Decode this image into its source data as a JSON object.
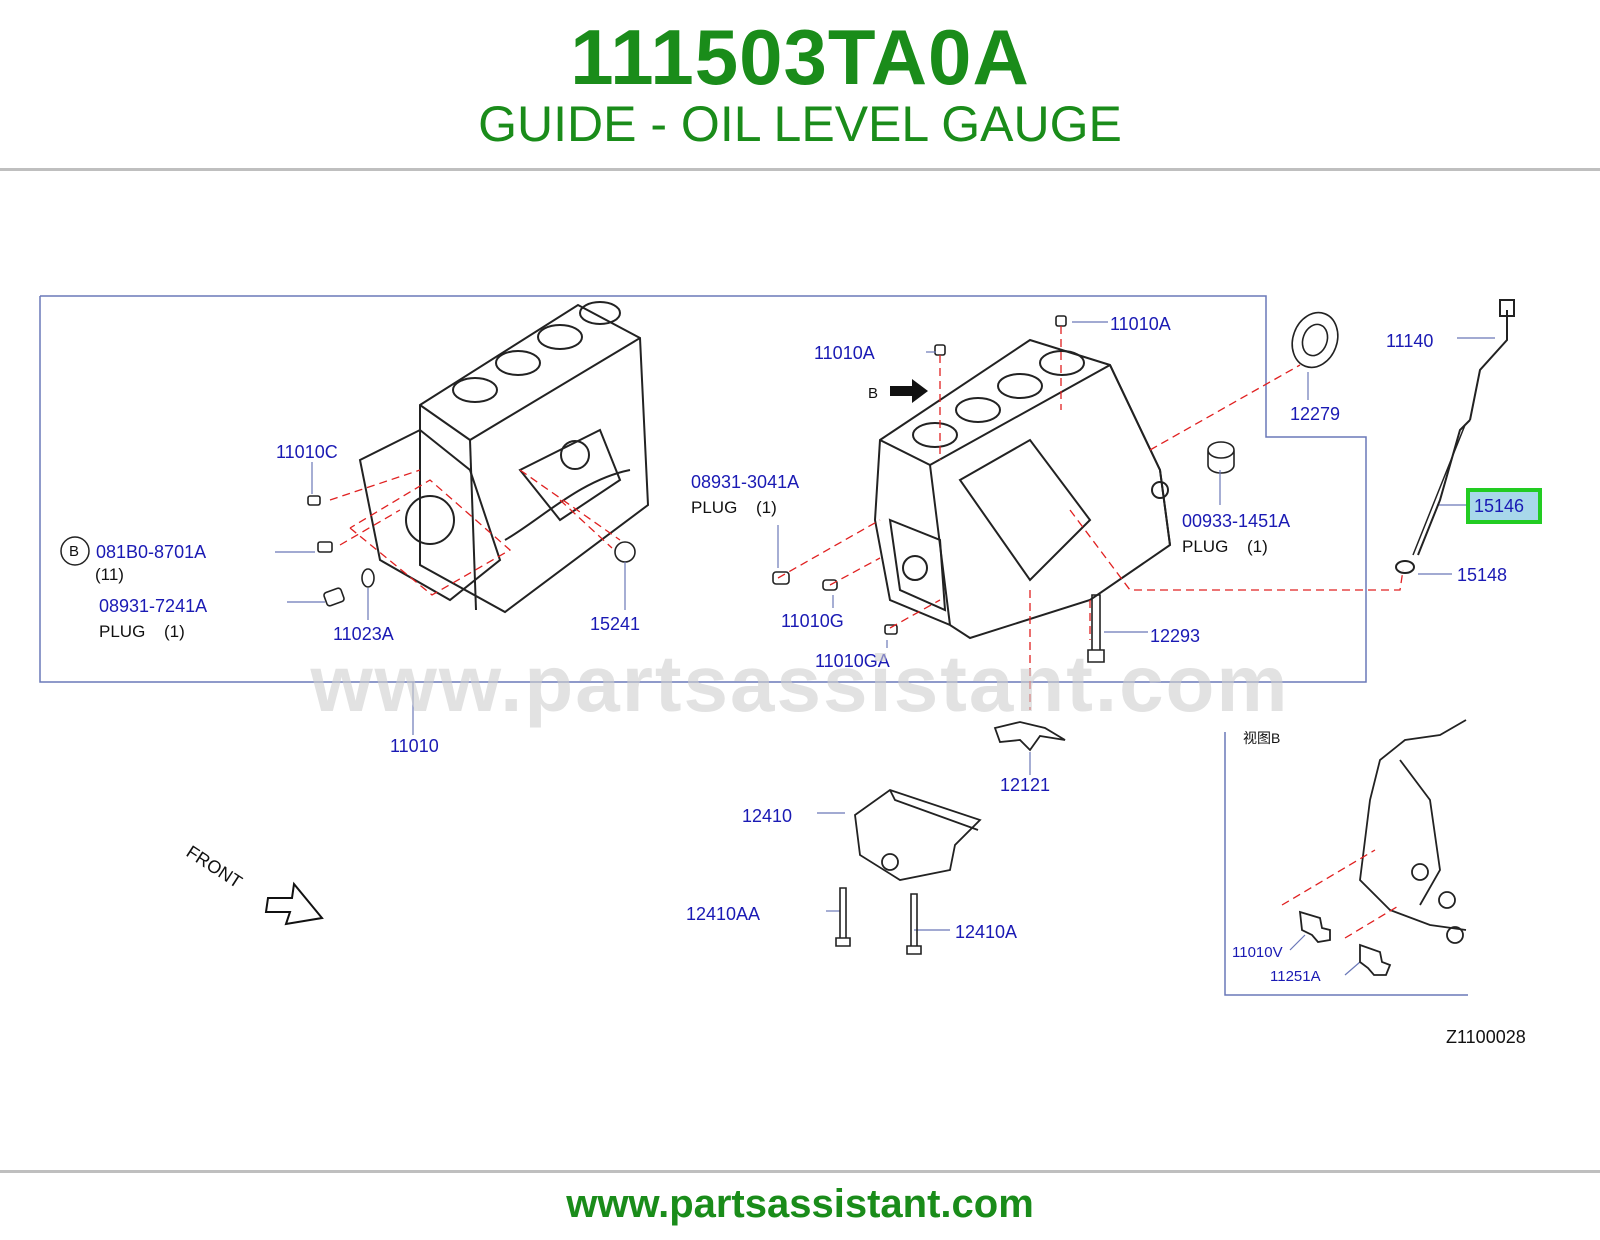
{
  "header": {
    "part_number": "111503TA0A",
    "part_name": "GUIDE - OIL LEVEL GAUGE"
  },
  "watermark": "www.partsassistant.com",
  "footer": {
    "url": "www.partsassistant.com"
  },
  "diagram": {
    "code": "Z1100028",
    "front_label": "FRONT",
    "view_b_title": "视图B",
    "view_b_marker": "B",
    "callout_b": "B",
    "highlighted_part": "15146",
    "labels": {
      "l_11010C": "11010C",
      "l_081B0": "081B0-8701A",
      "l_081B0_qty": "(11)",
      "l_08931_7241": "08931-7241A",
      "l_plug1": "PLUG",
      "l_plug1_qty": "(1)",
      "l_11023A": "11023A",
      "l_15241": "15241",
      "l_11010": "11010",
      "l_08931_3041": "08931-3041A",
      "l_plug2": "PLUG",
      "l_plug2_qty": "(1)",
      "l_11010A_1": "11010A",
      "l_11010A_2": "11010A",
      "l_12279": "12279",
      "l_11140": "11140",
      "l_15146": "15146",
      "l_15148": "15148",
      "l_00933": "00933-1451A",
      "l_plug3": "PLUG",
      "l_plug3_qty": "(1)",
      "l_11010G": "11010G",
      "l_11010GA": "11010GA",
      "l_12293": "12293",
      "l_12121": "12121",
      "l_12410": "12410",
      "l_12410AA": "12410AA",
      "l_12410A": "12410A",
      "l_11010V": "11010V",
      "l_11251A": "11251A"
    },
    "colors": {
      "title_green": "#1a8c1a",
      "label_blue": "#1a1ab4",
      "highlight_green": "#22cc22",
      "highlight_fill": "#a8d8ea",
      "leader_red": "#e02020"
    }
  }
}
